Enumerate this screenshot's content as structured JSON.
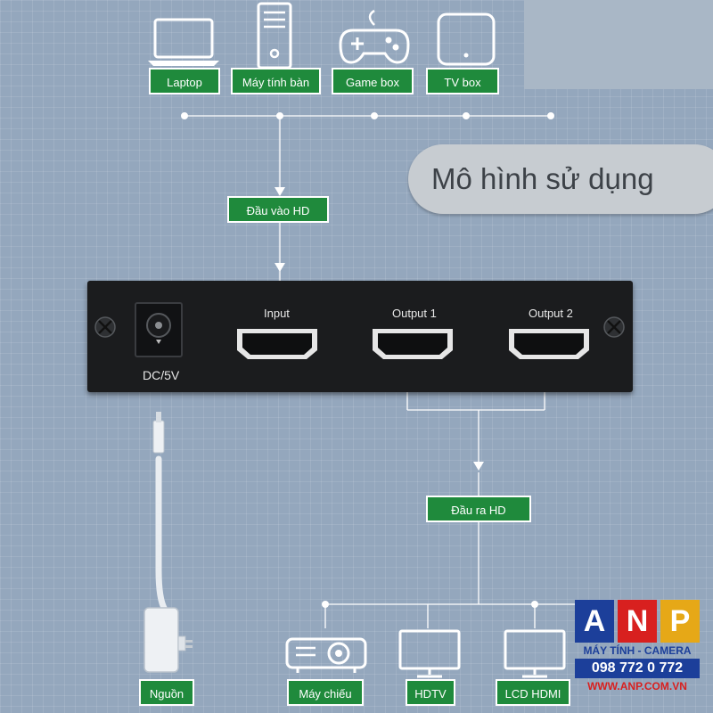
{
  "diagram": {
    "title": "Mô hình sử dụng",
    "sources": [
      {
        "label": "Laptop",
        "icon": "laptop-icon"
      },
      {
        "label": "Máy tính bàn",
        "icon": "desktop-tower-icon"
      },
      {
        "label": "Game box",
        "icon": "gamepad-icon"
      },
      {
        "label": "TV box",
        "icon": "tv-box-icon"
      }
    ],
    "input_tag": "Đầu vào HD",
    "output_tag": "Đầu ra HD",
    "device": {
      "ports": {
        "dc": "DC/5V",
        "input": "Input",
        "output1": "Output 1",
        "output2": "Output 2"
      }
    },
    "power_tag": "Nguồn",
    "outputs": [
      {
        "label": "Máy chiếu",
        "icon": "projector-icon"
      },
      {
        "label": "HDTV",
        "icon": "hdtv-icon"
      },
      {
        "label": "LCD HDMI",
        "icon": "lcd-monitor-icon"
      }
    ]
  },
  "branding": {
    "letters": [
      "A",
      "N",
      "P"
    ],
    "letter_colors": [
      "#1c3f9a",
      "#d8201f",
      "#e6a817"
    ],
    "subtitle": "MÁY TÍNH - CAMERA",
    "phone": "098 772 0 772",
    "website": "WWW.ANP.COM.VN"
  },
  "colors": {
    "background": "#94a7bd",
    "tag_green": "#1f8a3c",
    "device_body": "#1b1c1e",
    "line": "#ffffff"
  }
}
